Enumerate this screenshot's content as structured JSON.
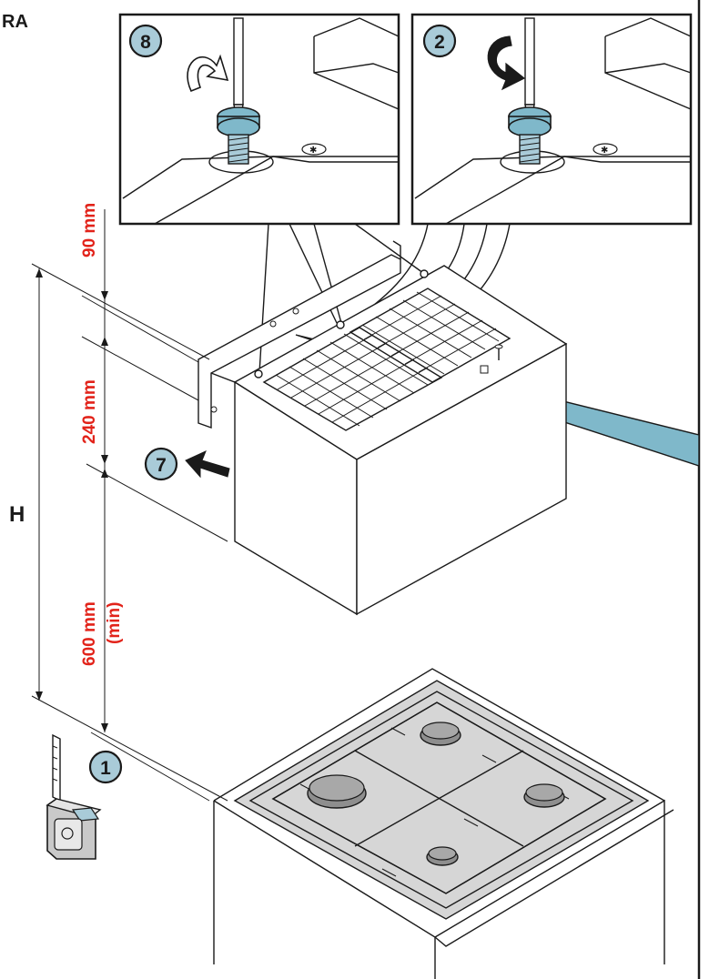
{
  "page": {
    "corner_label": "RA",
    "height_label": "H"
  },
  "dimensions": {
    "top": "90 mm",
    "middle": "240 mm",
    "bottom_value": "600 mm",
    "bottom_note": "(min)"
  },
  "steps": {
    "measure": "1",
    "screw_loosen": "2",
    "push": "7",
    "screw_tighten": "8"
  },
  "colors": {
    "dimension_text": "#e2231a",
    "step_badge": "#a9cbd8",
    "callout_band": "#7fb8ca"
  }
}
